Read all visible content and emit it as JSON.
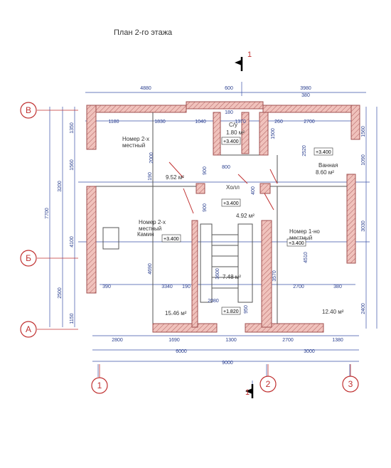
{
  "title": "План 2-го этажа",
  "section_mark": "1",
  "axes": {
    "v": "В",
    "b": "Б",
    "a": "А",
    "n1": "1",
    "n2": "2",
    "n3": "3"
  },
  "dims": {
    "top_4880": "4880",
    "top_600": "600",
    "top_3980": "3980",
    "top_380": "380",
    "r_1180": "1180",
    "r_1830": "1830",
    "r_1040": "1040",
    "r_180": "180",
    "r_1370": "1370",
    "r_260": "260",
    "r_2700": "2700",
    "l_1350": "1350",
    "l_1560": "1560",
    "l_3200": "3200",
    "l_7700": "7700",
    "l_4100": "4100",
    "l_2500": "2500",
    "l_1150": "1150",
    "rt_1560": "1560",
    "rt_1090": "1090",
    "rt_3030": "3030",
    "rt_2400": "2400",
    "bt_2800": "2800",
    "bt_1690": "1690",
    "bt_1300": "1300",
    "bt_2700": "2700",
    "bt_1380": "1380",
    "bt2_6000": "6000",
    "bt2_3000": "3000",
    "bt3_9000": "9000",
    "in_390": "390",
    "in_3340": "3340",
    "in_190a": "190",
    "in_380": "380",
    "in_2700b": "2700",
    "in_4690": "4690",
    "in_3600": "3600",
    "in_3570": "3570",
    "in_4510": "4510",
    "in_2080": "2080",
    "in_950": "950",
    "in_800": "800",
    "in_900a": "900",
    "in_900b": "900",
    "in_400": "400",
    "in_2520": "2520",
    "in_2000": "2000",
    "in_1500": "1500",
    "in_190b": "190"
  },
  "rooms": {
    "r1_name": "Номер 2-х\nместный",
    "r1_area": "9.52 м²",
    "r2_name": "С/у",
    "r2_area": "1.80 м²",
    "r3_name": "Ванная",
    "r3_area": "8.60 м²",
    "r4_name": "Холл",
    "r4_area": "4.92 м²",
    "r5_name": "Номер 2-х\nместный",
    "r5_sub": "Камин",
    "r5_area": "15.46 м²",
    "r6_name": "Номер 1-но\nместный",
    "r6_area": "12.40 м²",
    "stair_area": "7.48 м²"
  },
  "levels": {
    "lv_toilet": "+3.400",
    "lv_bath": "+3.400",
    "lv_hall": "+3.400",
    "lv_r5": "+3.400",
    "lv_r6": "+3.400",
    "lv_stair": "+1.820"
  },
  "colors": {
    "wall_fill": "#e8b3ae",
    "wall_stroke": "#a05050",
    "line": "#2a3f8f",
    "axis": "#c03030"
  }
}
